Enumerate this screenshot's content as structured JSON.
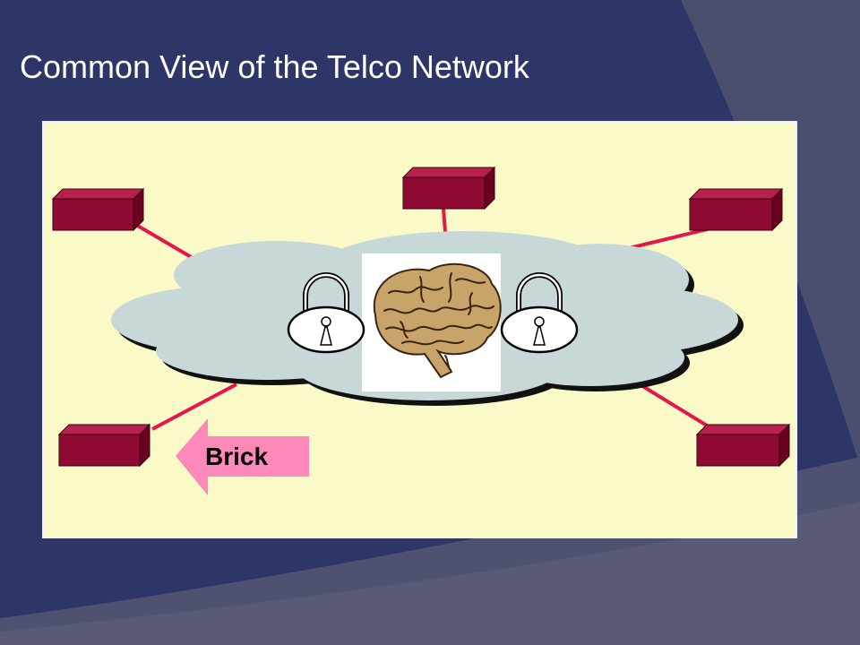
{
  "slide": {
    "title": "Common View of the Telco Network"
  },
  "diagram": {
    "callout_label": "Brick",
    "nodes": [
      "brick-top-left",
      "brick-top-center",
      "brick-top-right",
      "brick-bottom-left",
      "brick-bottom-right"
    ],
    "center_element": "brain-icon",
    "lock_icons": [
      "lock-icon",
      "lock-icon"
    ]
  },
  "colors": {
    "slide_background": "#2e3567",
    "panel_background": "#fafac8",
    "brick_face": "#8e0a32",
    "link_line": "#e6154a",
    "cloud_fill": "#c8d7d8",
    "callout_arrow": "#ff88bb"
  }
}
